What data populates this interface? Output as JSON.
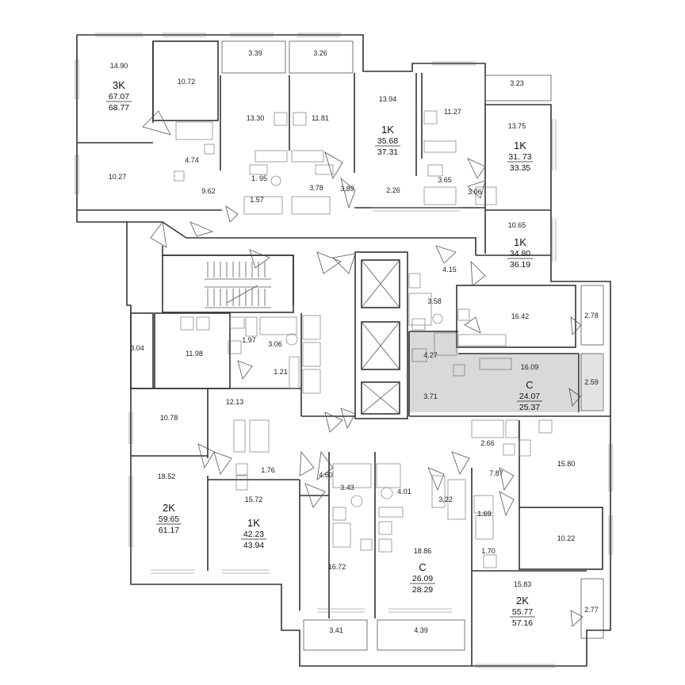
{
  "rooms": [
    {
      "id": "r1490",
      "label": "14.90"
    },
    {
      "id": "r1072",
      "label": "10.72"
    },
    {
      "id": "r339",
      "label": "3.39"
    },
    {
      "id": "r326",
      "label": "3.26"
    },
    {
      "id": "r1394",
      "label": "13.94"
    },
    {
      "id": "r1127",
      "label": "11.27"
    },
    {
      "id": "r323",
      "label": "3.23"
    },
    {
      "id": "r1330",
      "label": "13.30"
    },
    {
      "id": "r1181",
      "label": "11.81"
    },
    {
      "id": "r1375",
      "label": "13.75"
    },
    {
      "id": "r474",
      "label": "4.74"
    },
    {
      "id": "r1027",
      "label": "10.27"
    },
    {
      "id": "r195",
      "label": "1. 95"
    },
    {
      "id": "r378",
      "label": "3.78"
    },
    {
      "id": "r389",
      "label": "3.89"
    },
    {
      "id": "r226",
      "label": "2.26"
    },
    {
      "id": "r365",
      "label": "3.65"
    },
    {
      "id": "r306a",
      "label": "3.06"
    },
    {
      "id": "r962",
      "label": "9.62"
    },
    {
      "id": "r157",
      "label": "1.57"
    },
    {
      "id": "r1065",
      "label": "10.65"
    },
    {
      "id": "r415",
      "label": "4.15"
    },
    {
      "id": "r358",
      "label": "3.58"
    },
    {
      "id": "r1642",
      "label": "16.42"
    },
    {
      "id": "r278",
      "label": "2.78"
    },
    {
      "id": "r304",
      "label": "3.04"
    },
    {
      "id": "r1198",
      "label": "11.98"
    },
    {
      "id": "r197",
      "label": "1.97"
    },
    {
      "id": "r306b",
      "label": "3.06"
    },
    {
      "id": "r427",
      "label": "4.27"
    },
    {
      "id": "r121",
      "label": "1.21"
    },
    {
      "id": "r1609",
      "label": "16.09"
    },
    {
      "id": "r259",
      "label": "2.59"
    },
    {
      "id": "r1213",
      "label": "12.13"
    },
    {
      "id": "r371",
      "label": "3.71"
    },
    {
      "id": "r1078",
      "label": "10.78"
    },
    {
      "id": "r266",
      "label": "2.66"
    },
    {
      "id": "r1580",
      "label": "15.80"
    },
    {
      "id": "r176",
      "label": "1.76"
    },
    {
      "id": "r460",
      "label": "4.60"
    },
    {
      "id": "r343",
      "label": "3.43"
    },
    {
      "id": "r401",
      "label": "4.01"
    },
    {
      "id": "r322",
      "label": "3.22"
    },
    {
      "id": "r787",
      "label": "7.87"
    },
    {
      "id": "r1852",
      "label": "18.52"
    },
    {
      "id": "r1572",
      "label": "15.72"
    },
    {
      "id": "r169",
      "label": "1.69"
    },
    {
      "id": "r1022",
      "label": "10.22"
    },
    {
      "id": "r170",
      "label": "1.70"
    },
    {
      "id": "r1886",
      "label": "18.86"
    },
    {
      "id": "r1672",
      "label": "16.72"
    },
    {
      "id": "r1583",
      "label": "15.83"
    },
    {
      "id": "r277",
      "label": "2.77"
    },
    {
      "id": "r341",
      "label": "3.41"
    },
    {
      "id": "r439",
      "label": "4.39"
    }
  ],
  "apartments": [
    {
      "id": "apt-3k",
      "type": "3K",
      "living_area": "67.07",
      "total_area": "68.77"
    },
    {
      "id": "apt-1k-a",
      "type": "1K",
      "living_area": "35.68",
      "total_area": "37.31"
    },
    {
      "id": "apt-1k-b",
      "type": "1K",
      "living_area": "31. 73",
      "total_area": "33.35"
    },
    {
      "id": "apt-1k-c",
      "type": "1K",
      "living_area": "34.80",
      "total_area": "36.19"
    },
    {
      "id": "apt-c-a",
      "type": "C",
      "living_area": "24.07",
      "total_area": "25.37"
    },
    {
      "id": "apt-2k-a",
      "type": "2K",
      "living_area": "59.65",
      "total_area": "61.17"
    },
    {
      "id": "apt-1k-d",
      "type": "1K",
      "living_area": "42.23",
      "total_area": "43.94"
    },
    {
      "id": "apt-c-b",
      "type": "C",
      "living_area": "26.09",
      "total_area": "28.29"
    },
    {
      "id": "apt-2k-b",
      "type": "2K",
      "living_area": "55.77",
      "total_area": "57.16"
    }
  ]
}
